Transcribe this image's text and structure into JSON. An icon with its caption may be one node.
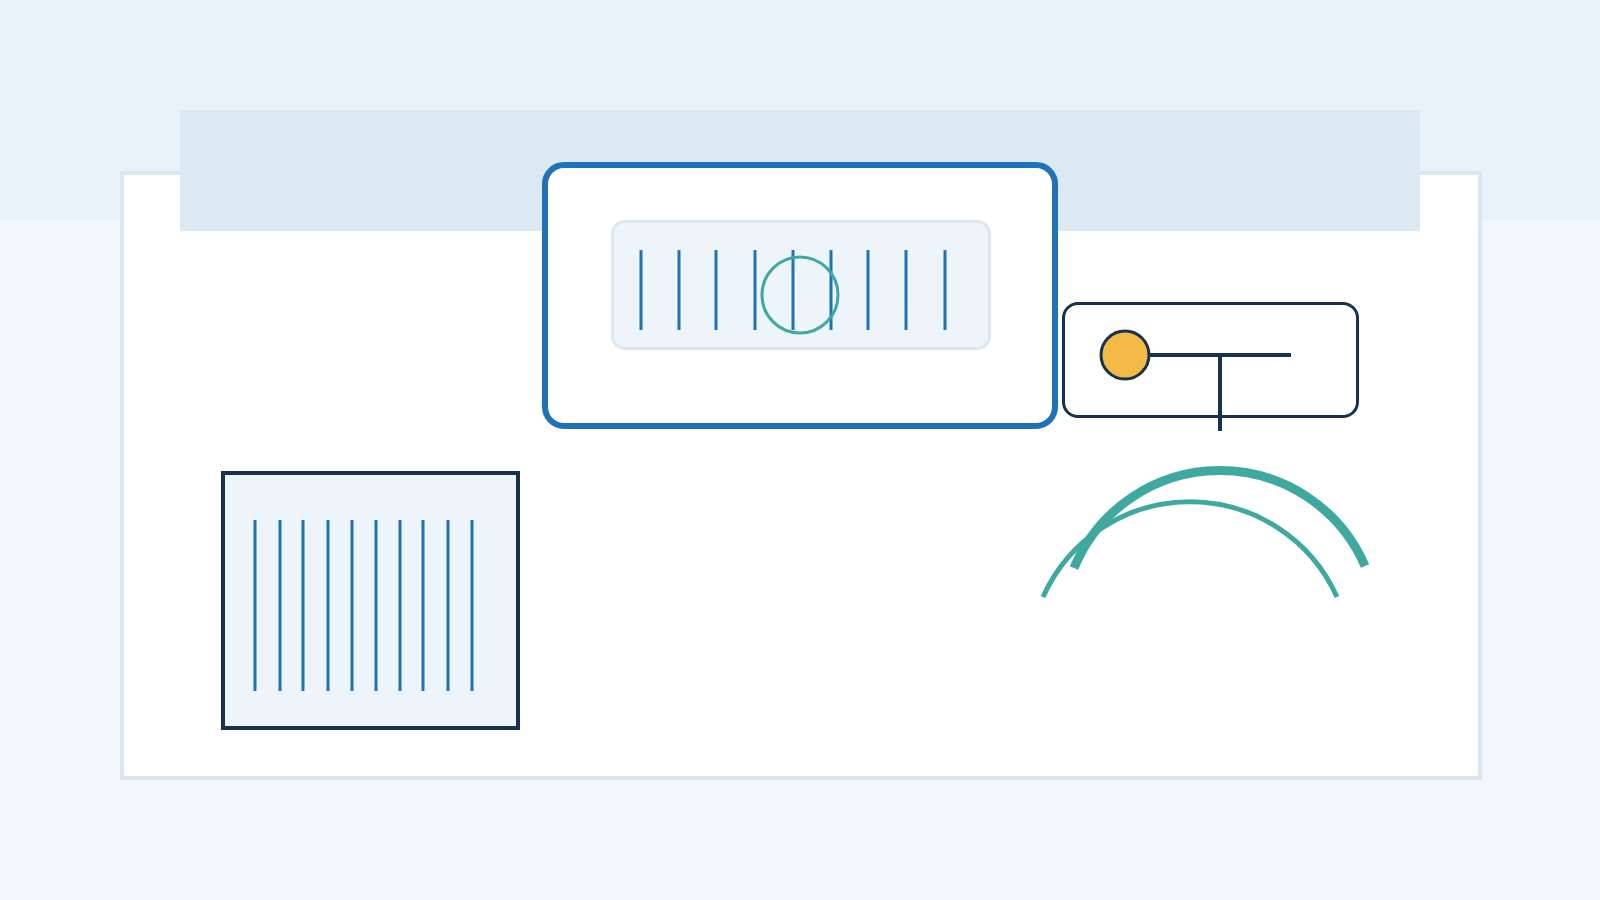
{
  "diagram": {
    "nodes": [
      {
        "text": [],
        "shape": "box"
      },
      {
        "text": [],
        "shape": "box",
        "in": 0
      },
      {
        "text": [],
        "shape": "box"
      },
      {
        "text": [],
        "shape": "box"
      }
    ]
  }
}
